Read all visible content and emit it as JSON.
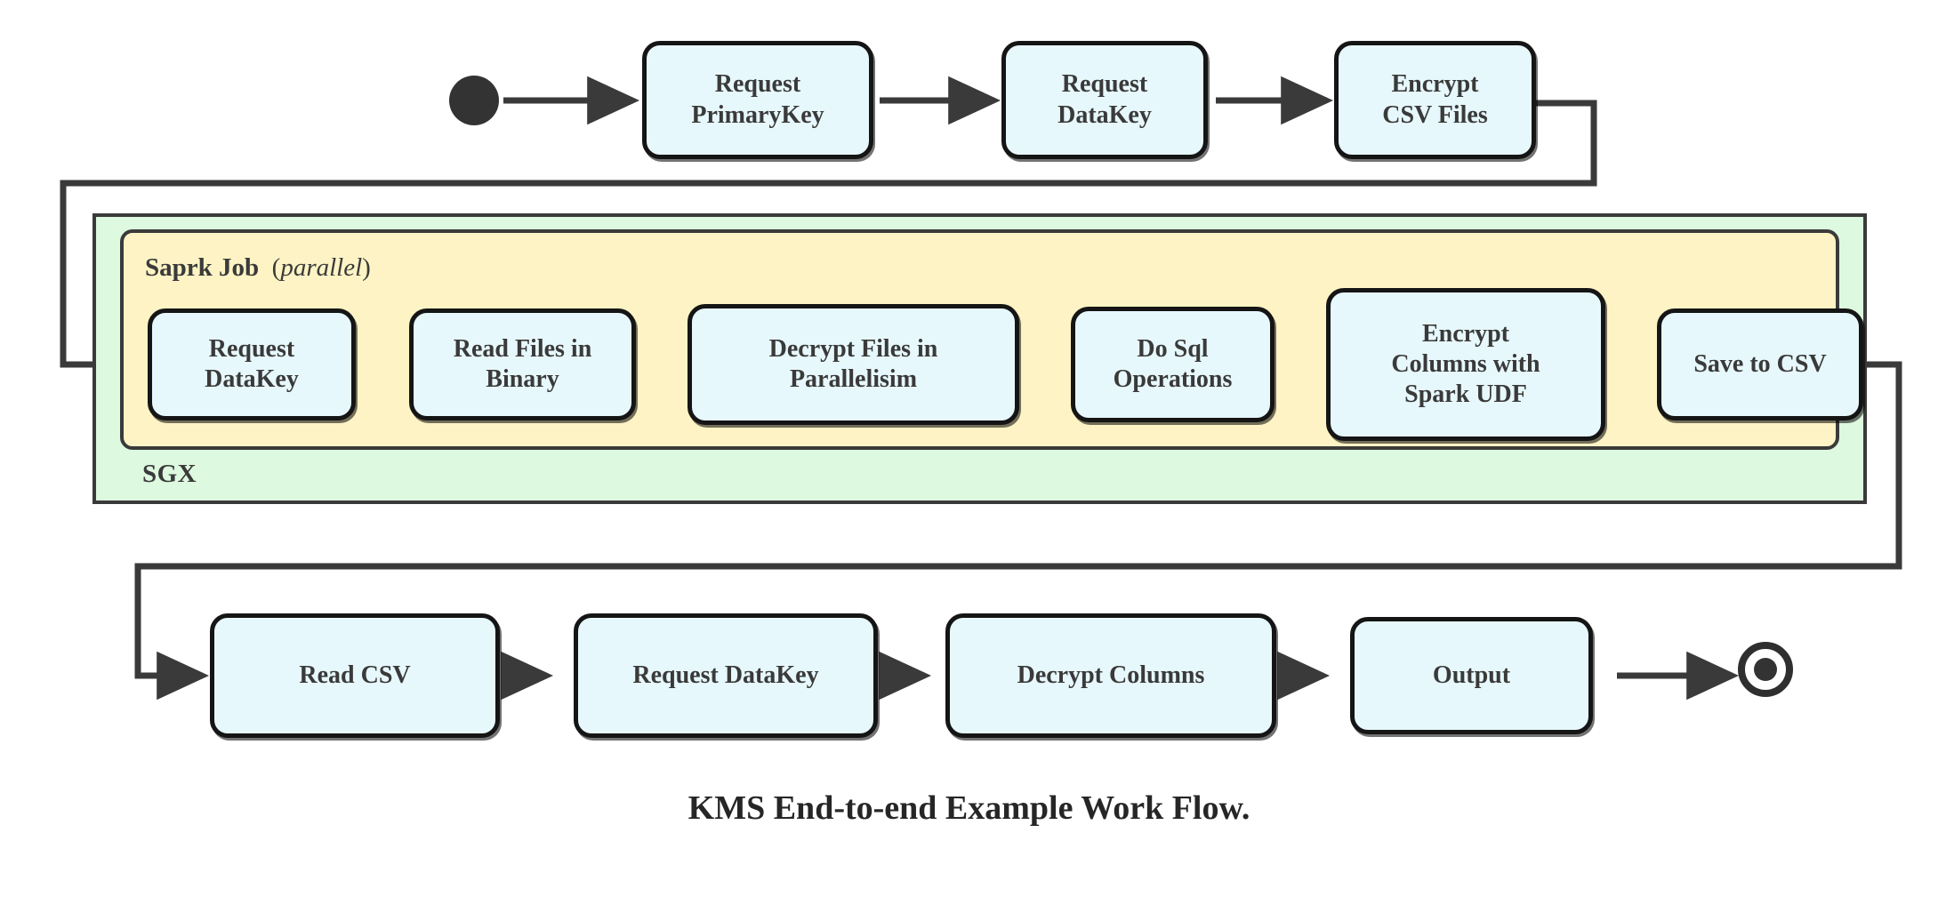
{
  "figure": {
    "caption": "KMS End-to-end Example Work Flow.",
    "colors": {
      "node_fill": "#e7f8fc",
      "node_stroke": "#151515",
      "sgx_fill": "#ddf9df",
      "spark_fill": "#fdf3c4",
      "container_stroke": "#3a3a3a",
      "text": "#3a3a3a",
      "connector": "#3a3a3a"
    }
  },
  "markers": {
    "start": "initial-state-node",
    "end": "final-state-node"
  },
  "containers": {
    "sgx": {
      "label": "SGX"
    },
    "spark": {
      "label_main": "Saprk Job",
      "label_paren_open": "(",
      "label_modifier": "parallel",
      "label_paren_close": ")"
    }
  },
  "rows": {
    "top": [
      {
        "id": "request-primarykey",
        "line1": "Request",
        "line2": "PrimaryKey"
      },
      {
        "id": "request-datakey-top",
        "line1": "Request",
        "line2": "DataKey"
      },
      {
        "id": "encrypt-csv-files",
        "line1": "Encrypt",
        "line2": "CSV Files"
      }
    ],
    "spark": [
      {
        "id": "request-datakey-spark",
        "line1": "Request",
        "line2": "DataKey",
        "line3": ""
      },
      {
        "id": "read-files-in-binary",
        "line1": "Read Files in",
        "line2": "Binary",
        "line3": ""
      },
      {
        "id": "decrypt-files-in-parallelisim",
        "line1": "Decrypt Files in",
        "line2": "Parallelisim",
        "line3": ""
      },
      {
        "id": "do-sql-operations",
        "line1": "Do Sql",
        "line2": "Operations",
        "line3": ""
      },
      {
        "id": "encrypt-columns-with-spark-udf",
        "line1": "Encrypt",
        "line2": "Columns with",
        "line3": "Spark UDF"
      },
      {
        "id": "save-to-csv",
        "line1": "Save to CSV",
        "line2": "",
        "line3": ""
      }
    ],
    "bottom": [
      {
        "id": "read-csv",
        "line1": "Read CSV",
        "line2": ""
      },
      {
        "id": "request-datakey-bottom",
        "line1": "Request DataKey",
        "line2": ""
      },
      {
        "id": "decrypt-columns",
        "line1": "Decrypt Columns",
        "line2": ""
      },
      {
        "id": "output",
        "line1": "Output",
        "line2": ""
      }
    ]
  }
}
